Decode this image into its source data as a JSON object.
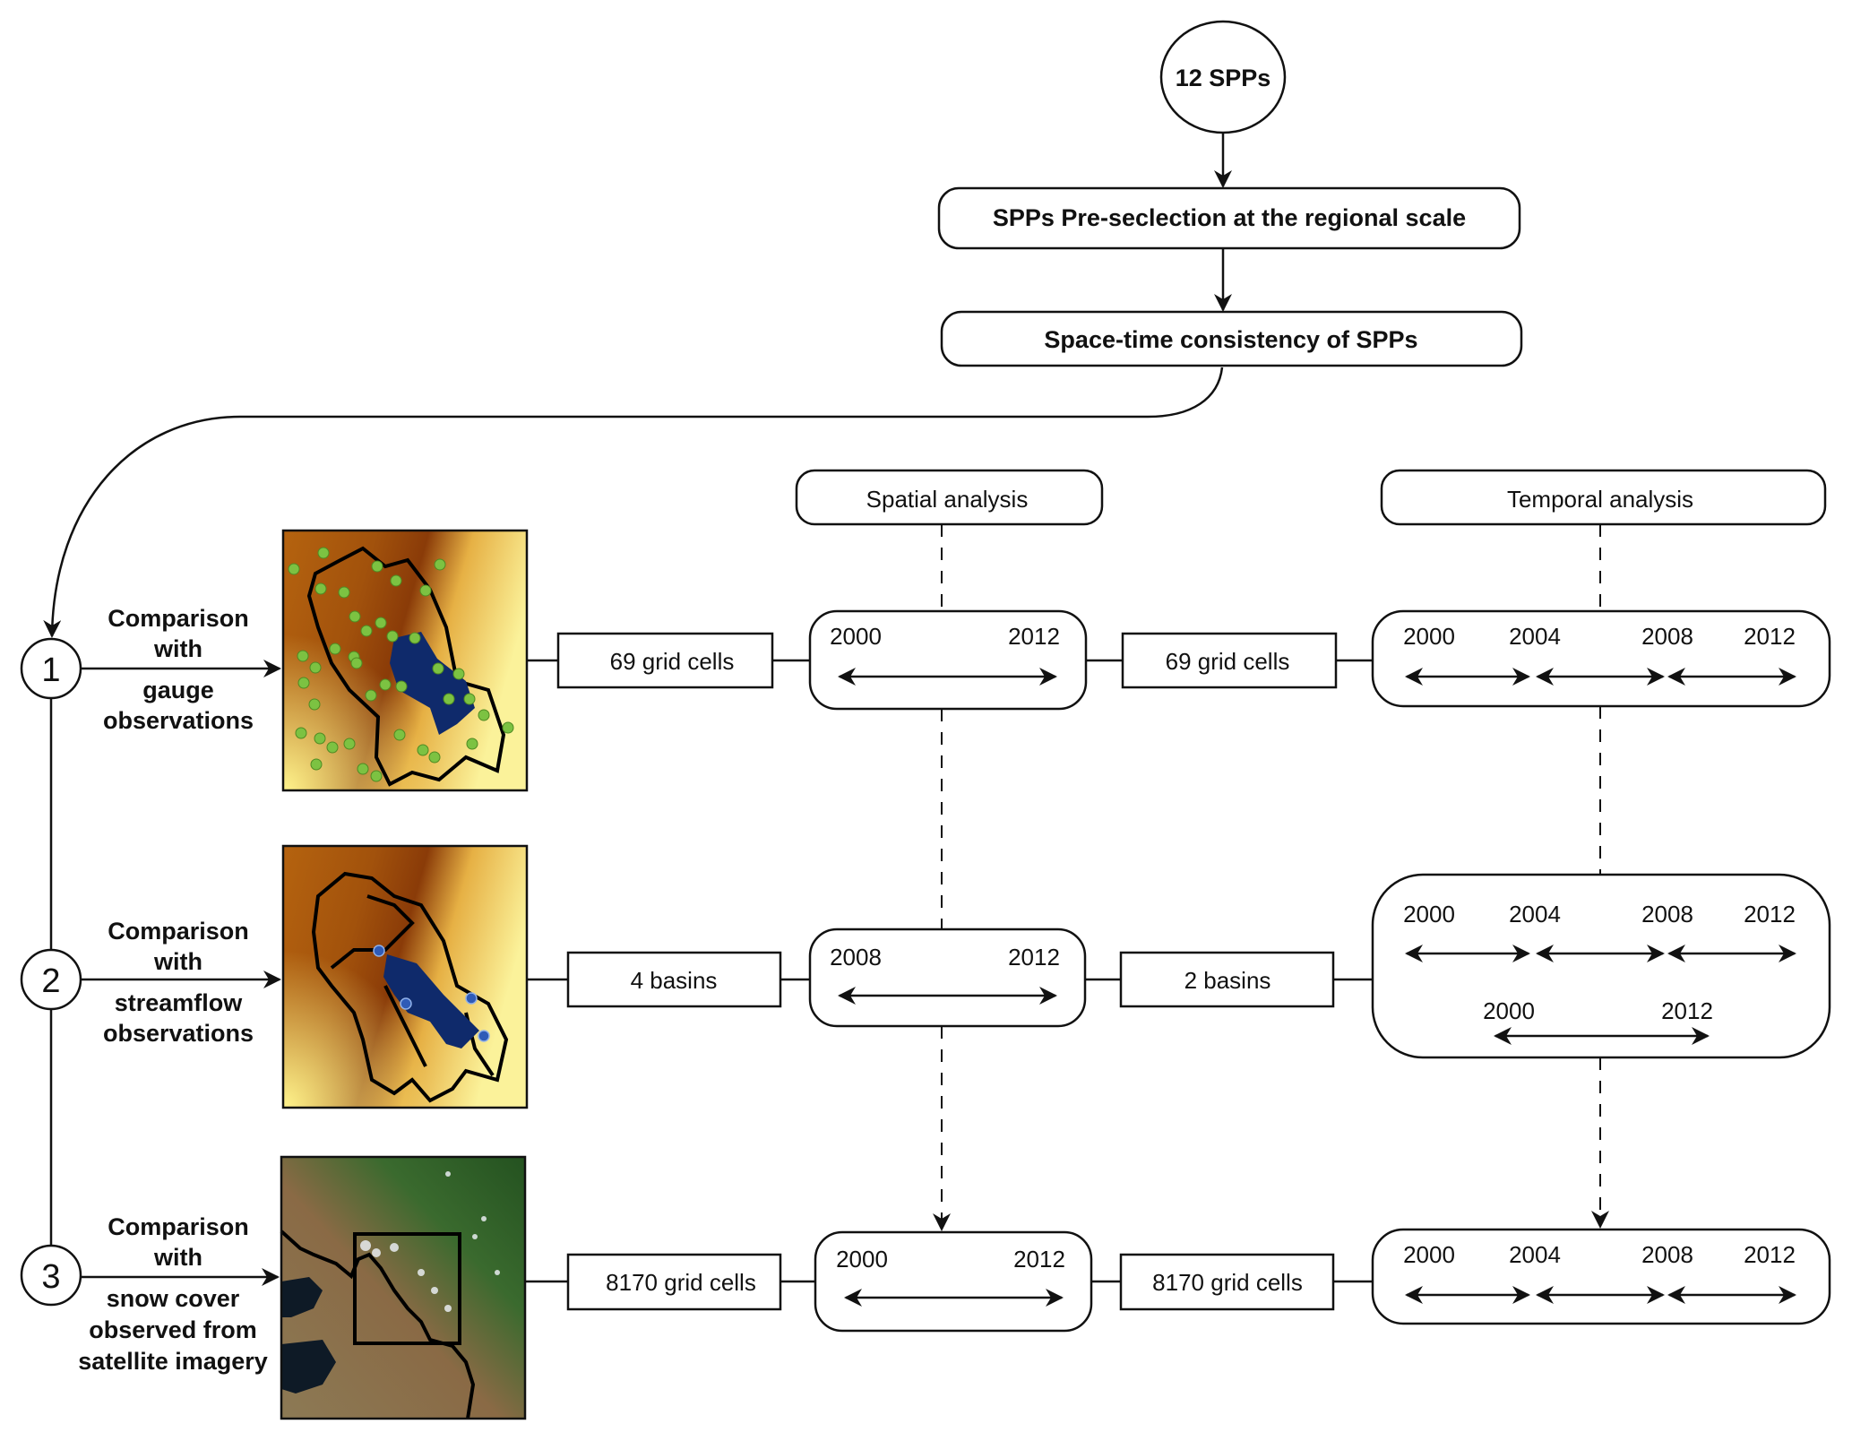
{
  "top": {
    "start_node": "12 SPPs",
    "step1": "SPPs Pre-seclection at the regional scale",
    "step2": "Space-time consistency of SPPs"
  },
  "headers": {
    "spatial": "Spatial analysis",
    "temporal": "Temporal analysis"
  },
  "rows": [
    {
      "number": "1",
      "label_lines": [
        "Comparison",
        "with",
        "gauge",
        "observations"
      ],
      "map_type": "elevation map with gauge points",
      "spatial_unit": "69 grid cells",
      "spatial_years": [
        "2000",
        "2012"
      ],
      "temporal_unit": "69 grid cells",
      "temporal_years": [
        "2000",
        "2004",
        "2008",
        "2012"
      ]
    },
    {
      "number": "2",
      "label_lines": [
        "Comparison",
        "with",
        "streamflow",
        "observations"
      ],
      "map_type": "elevation map with basins",
      "spatial_unit": "4 basins",
      "spatial_years": [
        "2008",
        "2012"
      ],
      "temporal_unit": "2 basins",
      "temporal_years": [
        "2000",
        "2004",
        "2008",
        "2012"
      ],
      "temporal_years_extra": [
        "2000",
        "2012"
      ]
    },
    {
      "number": "3",
      "label_lines": [
        "Comparison",
        "with",
        "snow cover",
        "observed from",
        "satellite imagery"
      ],
      "map_type": "satellite image",
      "spatial_unit": "8170 grid cells",
      "spatial_years": [
        "2000",
        "2012"
      ],
      "temporal_unit": "8170 grid cells",
      "temporal_years": [
        "2000",
        "2004",
        "2008",
        "2012"
      ]
    }
  ],
  "colors": {
    "line": "#111111",
    "lake": "#0f2a6b",
    "gauge_point": "#7cc242",
    "outlet_point": "#2f5bb7",
    "elev_low": "#f7ef8a",
    "elev_high": "#8a3b08",
    "forest": "#2e5a28"
  }
}
